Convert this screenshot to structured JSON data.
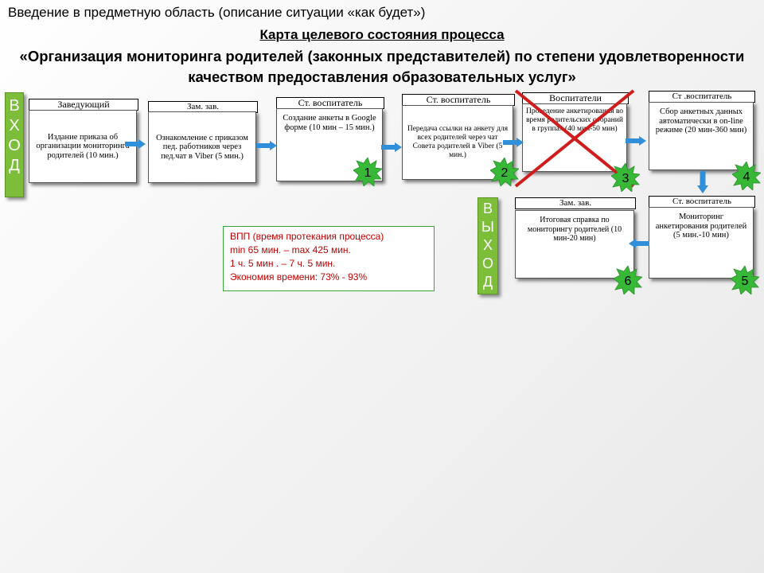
{
  "page_title": "Введение в предметную область (описание ситуации «как будет»)",
  "slide_heading": "Карта целевого состояния процесса",
  "slide_subtitle": "«Организация мониторинга родителей (законных представителей) по степени удовлетворенности качеством предоставления образовательных услуг»",
  "entry_label": [
    "В",
    "Х",
    "О",
    "Д"
  ],
  "exit_label": [
    "В",
    "Ы",
    "Х",
    "О",
    "Д"
  ],
  "steps": [
    {
      "role": "Заведующий",
      "text": "Издание приказа об организации мониторинга родителей (10 мин.)"
    },
    {
      "role": "Зам. зав.",
      "text": "Ознакомление с приказом пед. работников через пед.чат в Viber (5 мин.)"
    },
    {
      "role": "Ст. воспитатель",
      "text": "Создание анкеты в Google форме (10 мин – 15 мин.)",
      "number": "1"
    },
    {
      "role": "Ст. воспитатель",
      "text": "Передача ссылки на анкету для всех родителей через чат Совета родителей в Viber (5 мин.)",
      "number": "2"
    },
    {
      "role": "Воспитатели",
      "text": "Проведение анкетирования во время родительских собраний в группах (40 мин-50 мин)",
      "number": "3"
    },
    {
      "role": "Ст .воспитатель",
      "text": "Сбор анкетных данных автоматически в on-line режиме (20 мин-360 мин)",
      "number": "4"
    },
    {
      "role": "Ст. воспитатель",
      "text": "Мониторинг анкетирования родителей (5 мин.-10 мин)",
      "number": "5"
    },
    {
      "role": "Зам. зав.",
      "text": "Итоговая справка по мониторингу родителей (10 мин-20 мин)",
      "number": "6"
    }
  ],
  "summary": {
    "line1": "ВПП (время протекания процесса)",
    "line2": "min 65 мин. – max 425 мин.",
    "line3": "1 ч. 5 мин . – 7 ч. 5 мин.",
    "line4": "Экономия времени: 73% - 93%"
  },
  "colors": {
    "accent_green": "#7cbd3a",
    "arrow_blue": "#2f8fd8",
    "cross_red": "#d11c1c",
    "summary_red": "#c00000"
  }
}
